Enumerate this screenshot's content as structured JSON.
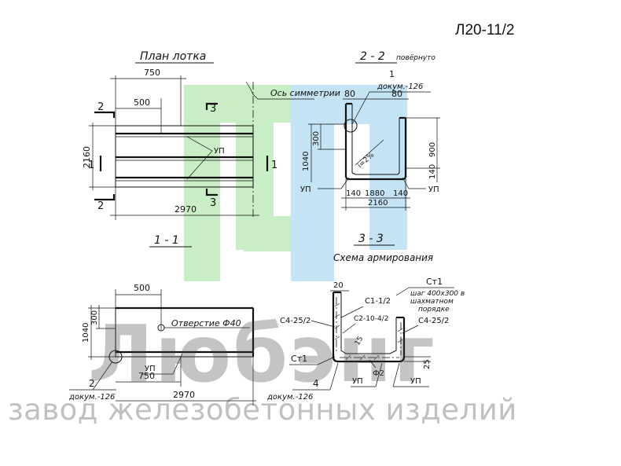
{
  "header": {
    "code": "Л20-11/2"
  },
  "plan": {
    "title": "План лотка",
    "axis_label": "Ось симметрии",
    "dims": {
      "width": "750",
      "inner": "500",
      "height": "2160",
      "length": "2970"
    },
    "section_marks": {
      "s1": "1",
      "s2": "2",
      "s3": "3"
    },
    "up_label": "УП"
  },
  "section_22": {
    "title": "2 - 2",
    "note": "повёрнуто",
    "callout_number": "1",
    "callout_doc": "докум.-126",
    "dims": {
      "left_wall": "80",
      "right_wall": "80",
      "h_left_top": "300",
      "h_left_total": "1040",
      "h_right": "900",
      "h_right_bottom": "140",
      "bottom_left": "140",
      "bottom_mid": "1880",
      "bottom_right": "140",
      "total": "2160",
      "slope": "i=2%"
    },
    "up_left": "УП",
    "up_right": "УП"
  },
  "section_11": {
    "title": "1 - 1",
    "dims": {
      "inner": "500",
      "h_top": "300",
      "h_total": "1040",
      "width": "750",
      "length": "2970"
    },
    "hole_label": "Отверстие Ф40",
    "up_label": "УП",
    "callout_number": "2",
    "callout_doc": "докум.-126"
  },
  "section_33": {
    "title": "3 - 3",
    "subtitle": "Схема армирования",
    "labels": {
      "ct1_top": "Ст1",
      "note1": "шаг 400х300 в",
      "note2": "шахматном",
      "note3": "порядке",
      "c1": "С1-1/2",
      "c2": "С2-10-4/2",
      "c4_left": "С4-25/2",
      "c4_right": "С4-25/2",
      "ct1_left": "Ст1",
      "dim_top": "20",
      "dim_15": "15",
      "dim_25": "25",
      "f2": "Ф2",
      "up_bottom": "УП",
      "up_right": "УП",
      "callout_number": "4",
      "callout_doc": "докум.-126"
    }
  },
  "watermark": {
    "brand": "Любэнг",
    "subtitle": "завод железобетонных изделий"
  },
  "colors": {
    "logo_green": "#c9edc4",
    "logo_blue": "#c4e4f6",
    "ink": "#111111"
  }
}
